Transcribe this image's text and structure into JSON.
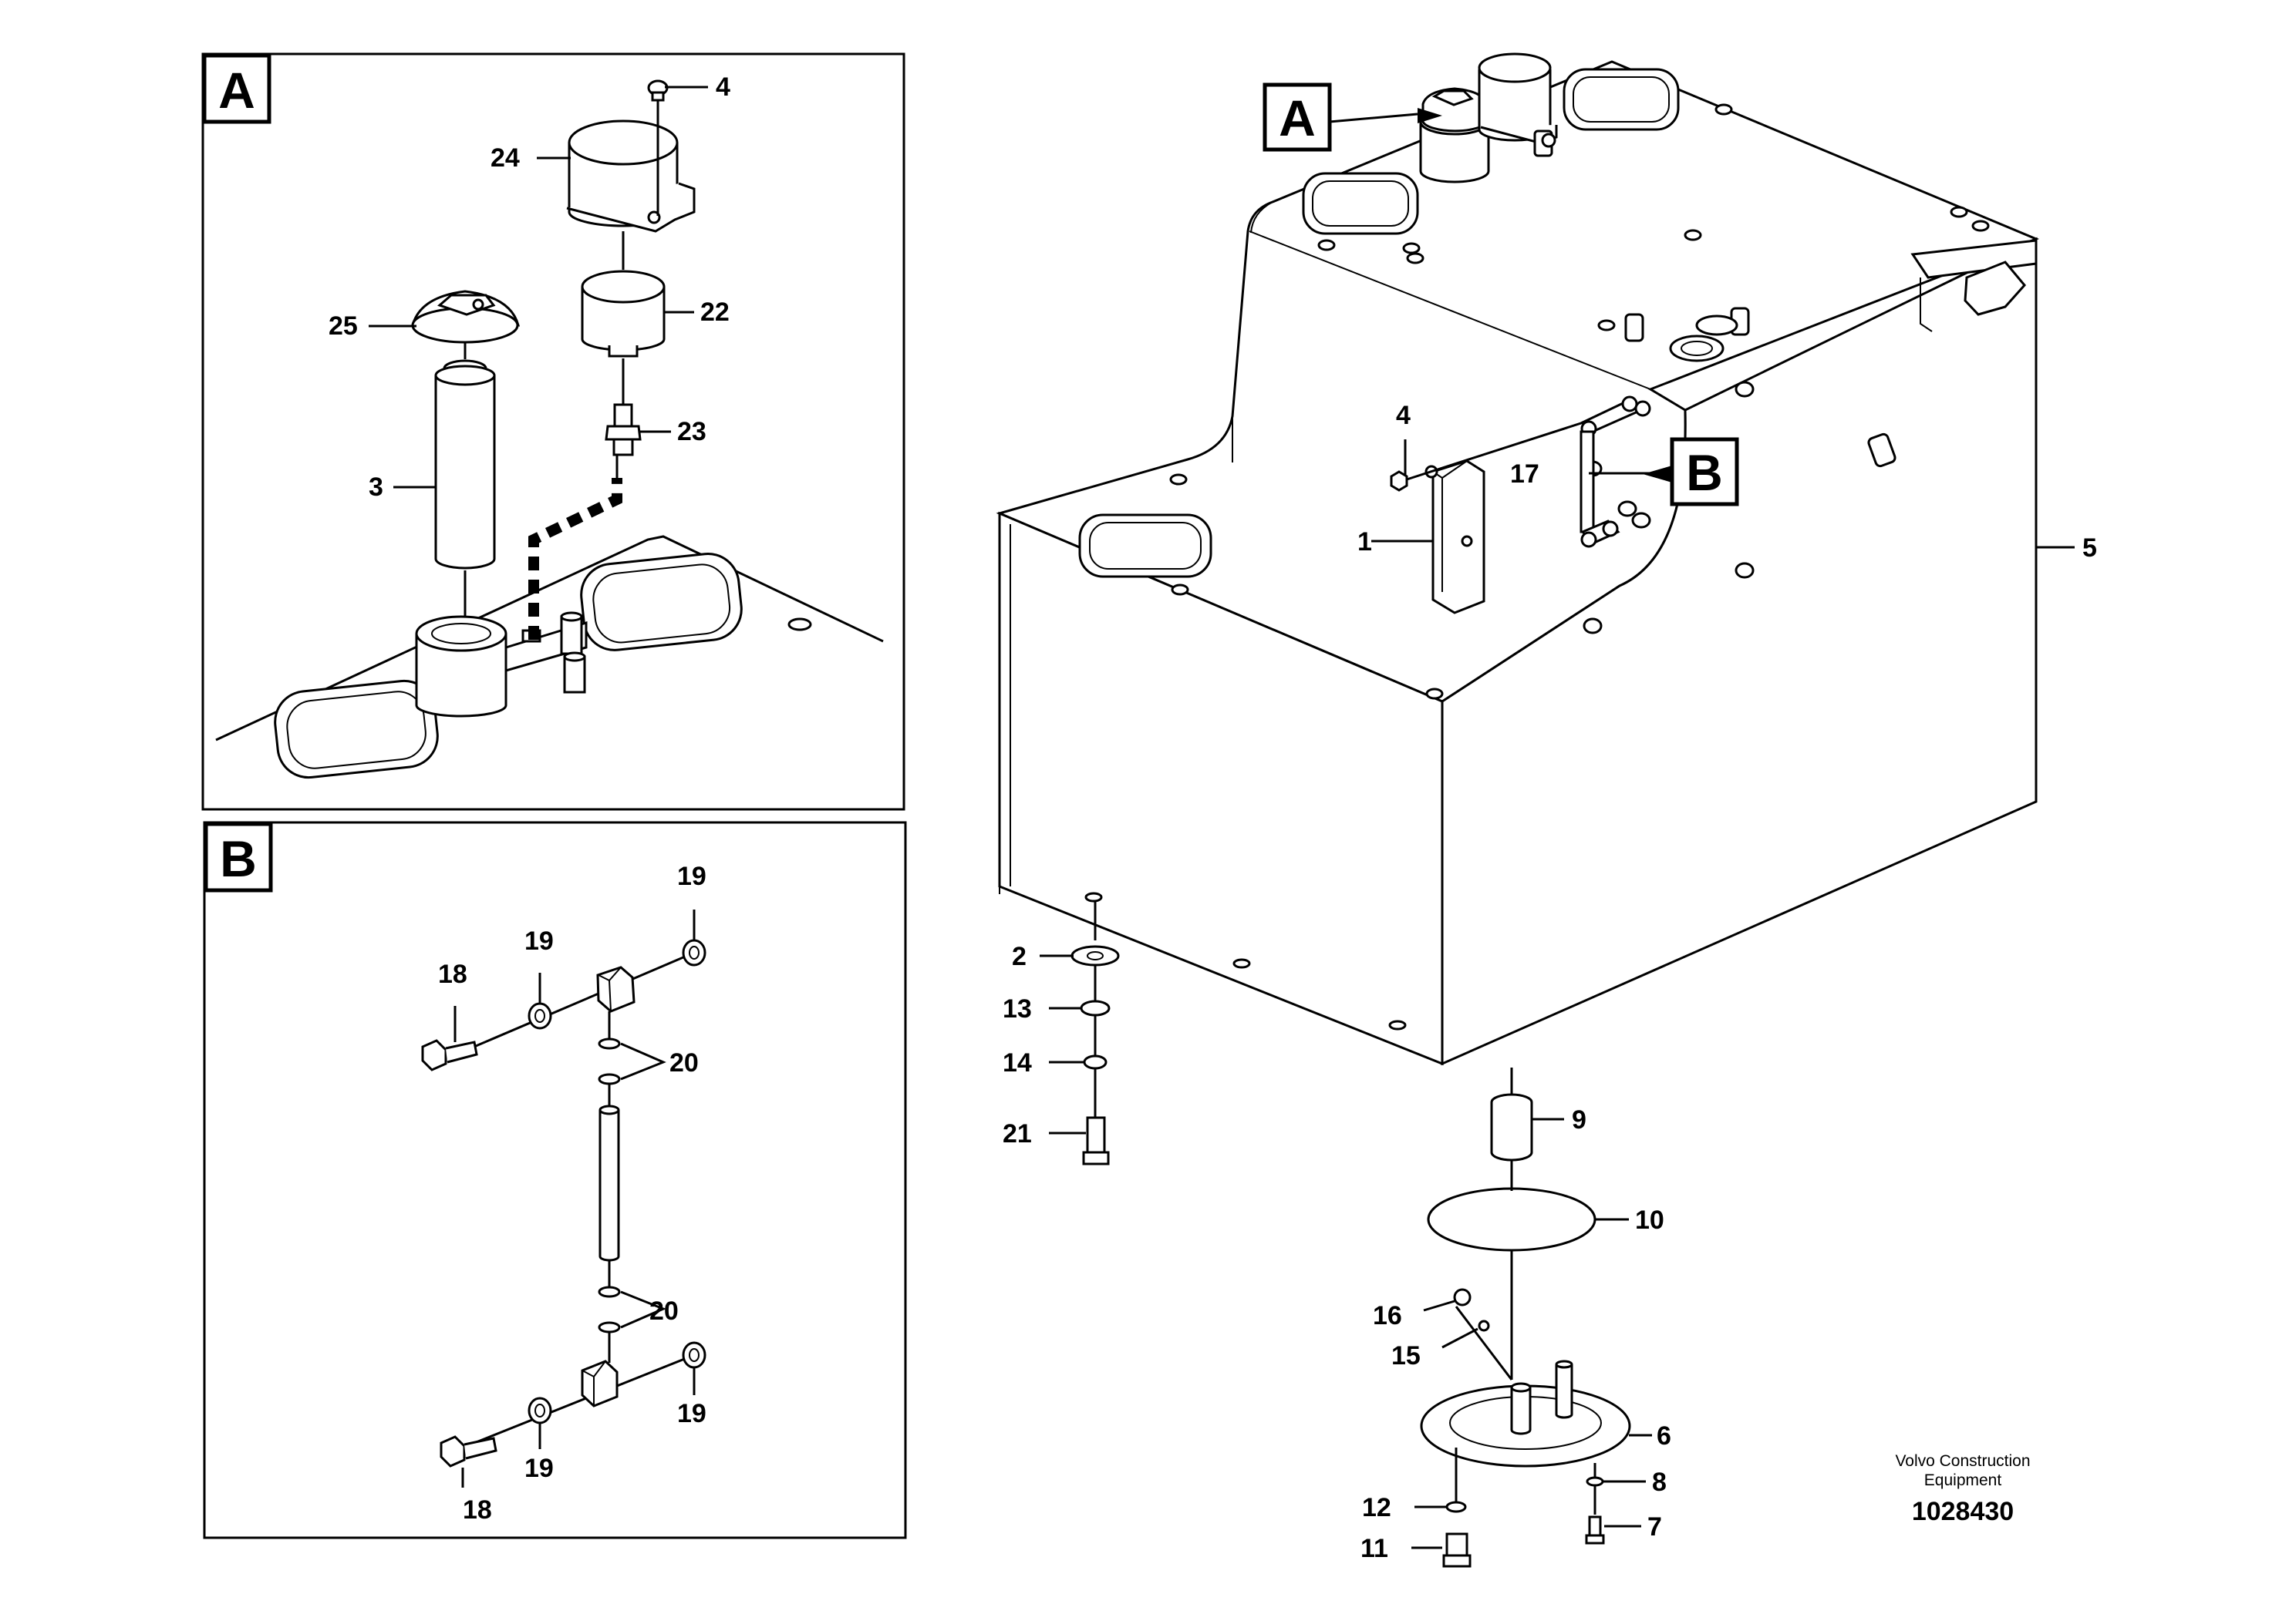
{
  "panels": {
    "a_label": "A",
    "b_label": "B"
  },
  "main_callouts": {
    "a": "A",
    "b": "B"
  },
  "parts_panel_a": {
    "p4": "4",
    "p24": "24",
    "p25": "25",
    "p22": "22",
    "p23": "23",
    "p3": "3"
  },
  "parts_panel_b": {
    "p19_top": "19",
    "p19_left": "19",
    "p18_top": "18",
    "p20_top": "20",
    "p20_bottom": "20",
    "p19_bottom_right": "19",
    "p18_bottom": "18",
    "p19_bottom": "19"
  },
  "parts_main": {
    "p4": "4",
    "p17": "17",
    "p1": "1",
    "p5": "5",
    "p2": "2",
    "p13": "13",
    "p14": "14",
    "p21": "21",
    "p9": "9",
    "p10": "10",
    "p16": "16",
    "p15": "15",
    "p6": "6",
    "p8": "8",
    "p12": "12",
    "p7": "7",
    "p11": "11"
  },
  "footer": {
    "company_line1": "Volvo Construction",
    "company_line2": "Equipment",
    "drawing_number": "1028430"
  }
}
